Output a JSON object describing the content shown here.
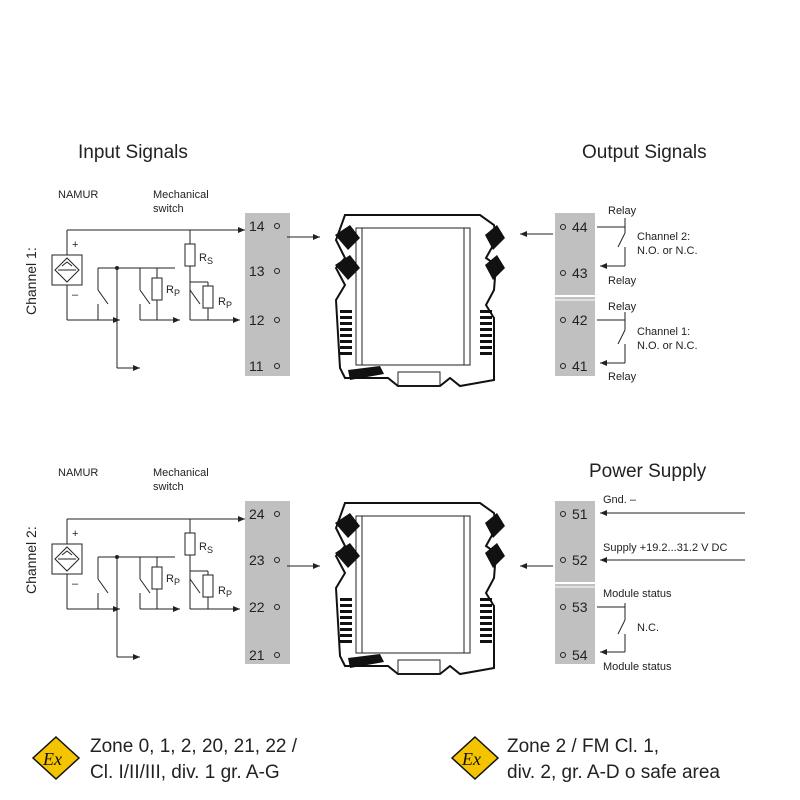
{
  "headings": {
    "input_signals": "Input Signals",
    "output_signals": "Output Signals",
    "power_supply": "Power Supply"
  },
  "channels": [
    {
      "label": "Channel 1:",
      "namur": "NAMUR",
      "mech_line1": "Mechanical",
      "mech_line2": "switch",
      "terminals": [
        "14",
        "13",
        "12",
        "11"
      ]
    },
    {
      "label": "Channel 2:",
      "namur": "NAMUR",
      "mech_line1": "Mechanical",
      "mech_line2": "switch",
      "terminals": [
        "24",
        "23",
        "22",
        "21"
      ]
    }
  ],
  "component_labels": {
    "plus": "+",
    "minus": "–",
    "resistor_main": "R",
    "sub_s": "S",
    "sub_p": "P"
  },
  "outputs": {
    "terminals": [
      "44",
      "43",
      "42",
      "41"
    ],
    "relay": "Relay",
    "ch2_line1": "Channel 2:",
    "ch2_line2": "N.O. or N.C.",
    "ch1_line1": "Channel 1:",
    "ch1_line2": "N.O. or N.C."
  },
  "power": {
    "terminals": [
      "51",
      "52",
      "53",
      "54"
    ],
    "gnd": "Gnd. –",
    "supply": "Supply +19.2...31.2 V DC",
    "module_status": "Module status",
    "nc": "N.C."
  },
  "zones": {
    "ex_mark": "Ex",
    "left_line1": "Zone 0, 1, 2, 20, 21, 22 /",
    "left_line2": "Cl. I/II/III, div. 1 gr. A-G",
    "right_line1": "Zone 2 / FM Cl. 1,",
    "right_line2": "div. 2, gr. A-D o safe area"
  },
  "colors": {
    "terminal_block": "#c0c0c0",
    "ex_yellow": "#f5c400",
    "line": "#222222"
  }
}
